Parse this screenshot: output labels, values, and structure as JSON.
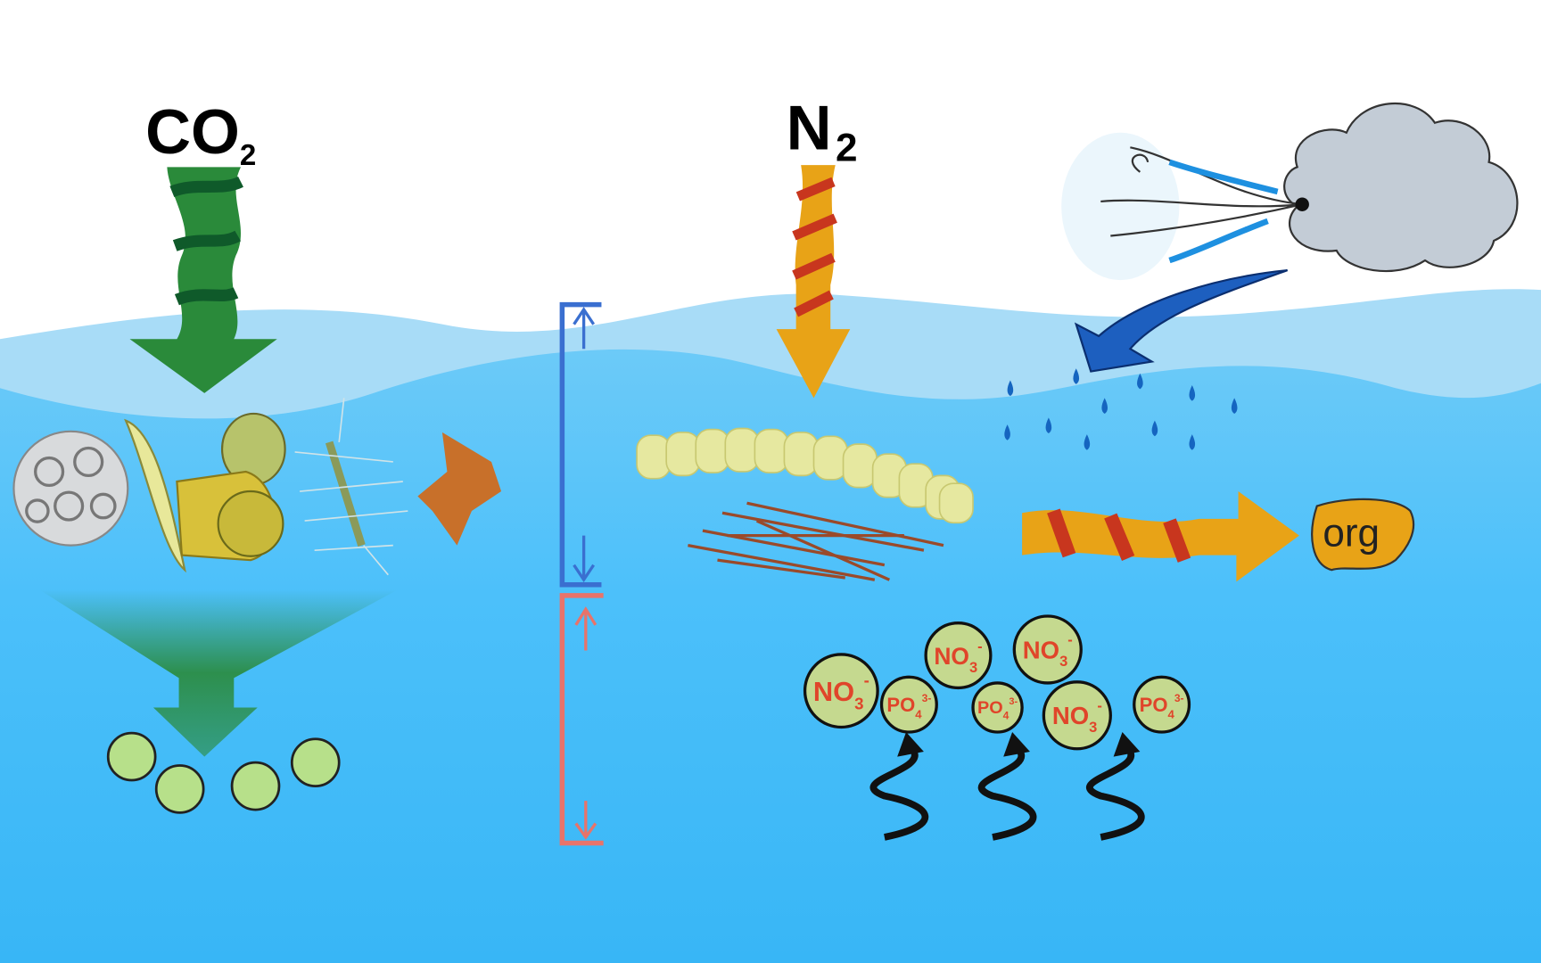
{
  "labels": {
    "co2": "CO",
    "co2_sub": "2",
    "n2": "N",
    "n2_sub": "2",
    "org": "org"
  },
  "ions": [
    {
      "base": "NO",
      "sub": "3",
      "sup": "-"
    },
    {
      "base": "PO",
      "sub": "4",
      "sup": "3-"
    },
    {
      "base": "NO",
      "sub": "3",
      "sup": "-"
    },
    {
      "base": "PO",
      "sub": "4",
      "sup": "3-"
    },
    {
      "base": "NO",
      "sub": "3",
      "sup": "-"
    },
    {
      "base": "NO",
      "sub": "3",
      "sup": "-"
    },
    {
      "base": "PO",
      "sub": "4",
      "sup": "3-"
    }
  ],
  "colors": {
    "sky": "#ffffff",
    "water_top": "#a8dcf7",
    "water": "#45bdf8",
    "co2_arrow": "#2a8a3a",
    "n2_arrow": "#e8a317",
    "mixed_layer_bracket": "#3a6fd0",
    "deep_bracket": "#e8736a",
    "ion_fill": "#c5d98f",
    "ion_text": "#e0452a",
    "cloud": "#c3ccd6"
  }
}
